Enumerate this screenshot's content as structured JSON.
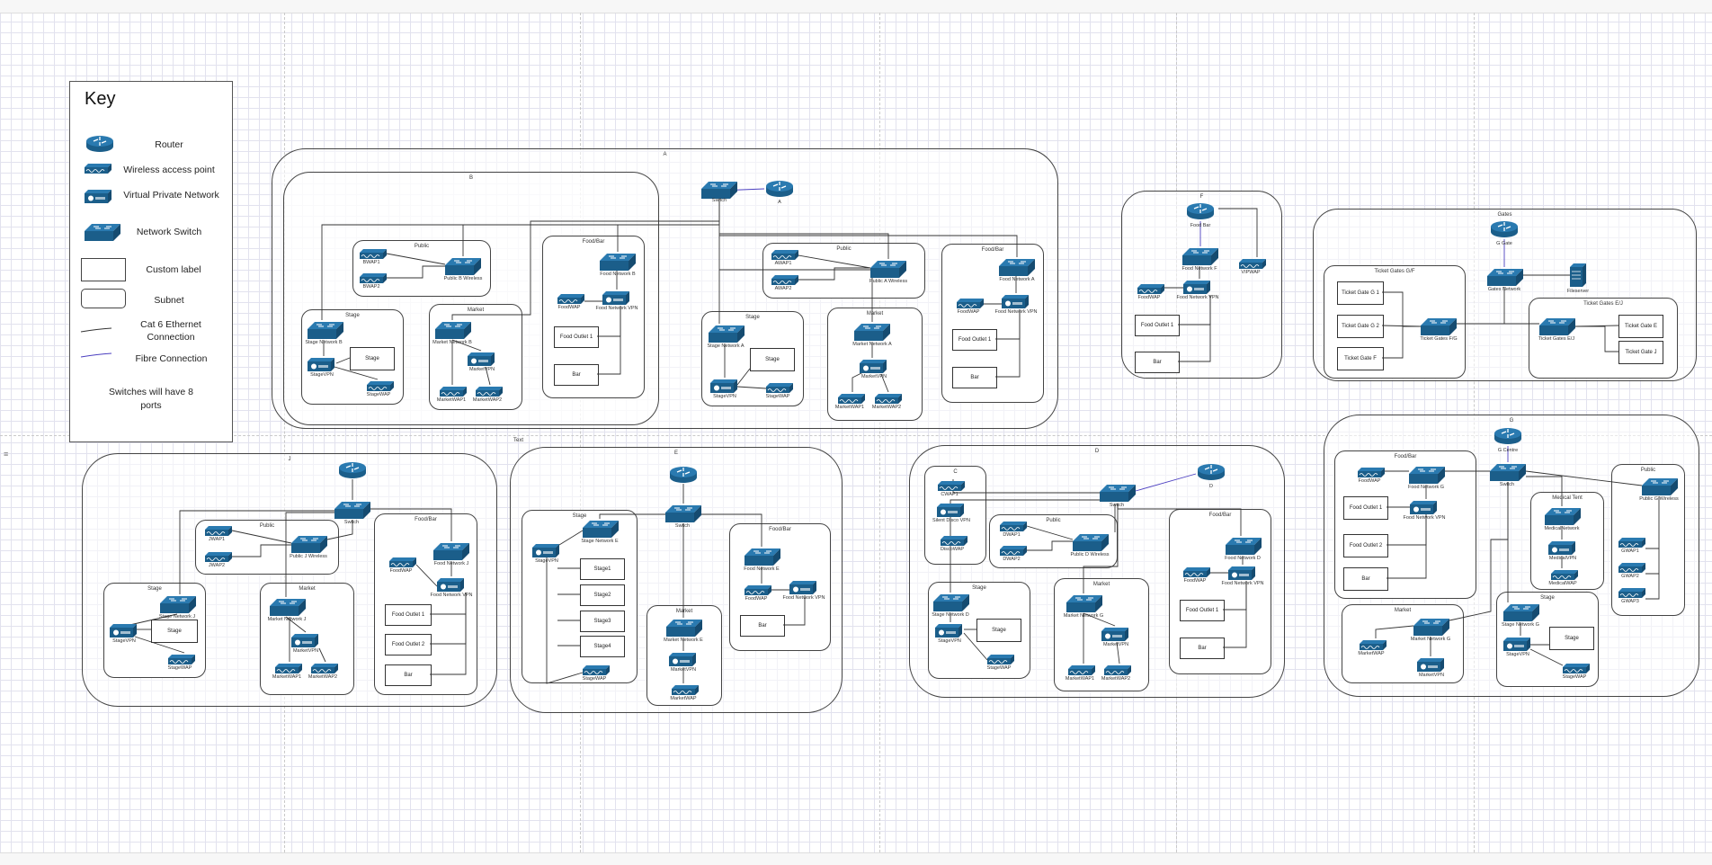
{
  "key": {
    "title": "Key",
    "router": "Router",
    "wap": "Wireless access point",
    "vpn": "Virtual Private Network",
    "switch": "Network Switch",
    "custom_label": "Custom label",
    "subnet": "Subnet",
    "cat6_line1": "Cat 6 Ethernet",
    "cat6_line2": "Connection",
    "fibre": "Fibre Connection",
    "note_line1": "Switches will have 8",
    "note_line2": "ports"
  },
  "colors": {
    "device": "#1b5e8a",
    "ethernet": "#333333",
    "fibre": "#4b3fc0"
  },
  "text_box": "Text",
  "regions": {
    "a": {
      "title": "A",
      "router": "A",
      "switch": "Switch"
    },
    "b": {
      "title": "B"
    },
    "f": {
      "title": "F",
      "router": "Food Bar",
      "switch": "Food Network F",
      "wap": "FoodWAP",
      "vpn": "Food Network VPN",
      "vip": "VIPWAP",
      "outlet": "Food Outlet 1",
      "bar": "Bar"
    },
    "gates": {
      "title": "Gates",
      "router": "G Gate",
      "switch": "Gates Network",
      "server": "Fileserver",
      "gh_title": "Ticket Gates G/F",
      "gh_switch": "Ticket Gates F/G",
      "gh_labels": [
        "Ticket Gate G 1",
        "Ticket Gate G 2",
        "Ticket Gate F"
      ],
      "ej_title": "Ticket Gates E/J",
      "ej_switch": "Ticket Gates E/J",
      "ej_labels": [
        "Ticket Gate E",
        "Ticket Gate J"
      ]
    },
    "j": {
      "title": "J",
      "switch": "Switch"
    },
    "e": {
      "title": "E",
      "switch": "Switch"
    },
    "d": {
      "title": "D",
      "router": "D",
      "switch": "Switch",
      "c_title": "C"
    },
    "g": {
      "title": "G",
      "router": "G Centre",
      "switch": "Switch"
    }
  },
  "subnets": {
    "a_public": {
      "title": "Public",
      "wap1": "AWAP1",
      "wap2": "AWAP2",
      "switch": "Public A Wireless"
    },
    "a_food": {
      "title": "Food/Bar",
      "switch": "Food Network A",
      "wap": "FoodWAP",
      "vpn": "Food Network VPN",
      "outlet": "Food Outlet 1",
      "bar": "Bar"
    },
    "a_stage": {
      "title": "Stage",
      "switch": "Stage Network A",
      "vpn": "StageVPN",
      "wap": "StageWAP",
      "label": "Stage"
    },
    "a_market": {
      "title": "Market",
      "switch": "Market Network A",
      "vpn": "MarketVPN",
      "wap1": "MarketWAP1",
      "wap2": "MarketWAP2"
    },
    "b_public": {
      "title": "Public",
      "wap1": "BWAP1",
      "wap2": "BWAP2",
      "switch": "Public B Wireless"
    },
    "b_food": {
      "title": "Food/Bar",
      "switch": "Food Network B",
      "wap": "FoodWAP",
      "vpn": "Food Network VPN",
      "outlet": "Food Outlet 1",
      "bar": "Bar"
    },
    "b_stage": {
      "title": "Stage",
      "switch": "Stage Network B",
      "vpn": "StageVPN",
      "wap": "StageWAP",
      "label": "Stage"
    },
    "b_market": {
      "title": "Market",
      "switch": "Market Network B",
      "vpn": "MarketVPN",
      "wap1": "MarketWAP1",
      "wap2": "MarketWAP2"
    },
    "j_public": {
      "title": "Public",
      "wap1": "JWAP1",
      "wap2": "JWAP2",
      "switch": "Public J Wireless"
    },
    "j_stage": {
      "title": "Stage",
      "switch": "Stage Network J",
      "vpn": "StageVPN",
      "wap": "StageWAP",
      "label": "Stage"
    },
    "j_market": {
      "title": "Market",
      "switch": "Market Network J",
      "vpn": "MarketVPN",
      "wap1": "MarketWAP1",
      "wap2": "MarketWAP2"
    },
    "j_food": {
      "title": "Food/Bar",
      "switch": "Food Network J",
      "wap": "FoodWAP",
      "vpn": "Food Network VPN",
      "outlet1": "Food Outlet 1",
      "outlet2": "Food Outlet 2",
      "bar": "Bar"
    },
    "e_stage": {
      "title": "Stage",
      "switch": "Stage Network E",
      "vpn": "StageVPN",
      "wap": "StageWAP",
      "labels": [
        "Stage1",
        "Stage2",
        "Stage3",
        "Stage4"
      ]
    },
    "e_market": {
      "title": "Market",
      "switch": "Market Network E",
      "vpn": "MarketVPN",
      "wap": "MarketWAP"
    },
    "e_food": {
      "title": "Food/Bar",
      "switch": "Food Network E",
      "wap": "FoodWAP",
      "vpn": "Food Network VPN",
      "bar": "Bar"
    },
    "c": {
      "wap": "CWAP1",
      "vpn": "Silent Disco VPN",
      "wap2": "DiscoWAP"
    },
    "d_public": {
      "title": "Public",
      "wap1": "DWAP1",
      "wap2": "DWAP2",
      "switch": "Public D Wireless"
    },
    "d_stage": {
      "title": "Stage",
      "switch": "Stage Network D",
      "vpn": "StageVPN",
      "wap": "StageWAP",
      "label": "Stage"
    },
    "d_market": {
      "title": "Market",
      "switch": "Market Network G",
      "vpn": "MarketVPN",
      "wap1": "MarketWAP1",
      "wap2": "MarketWAP2"
    },
    "d_food": {
      "title": "Food/Bar",
      "switch": "Food Network D",
      "wap": "FoodWAP",
      "vpn": "Food Network VPN",
      "outlet": "Food Outlet 1",
      "bar": "Bar"
    },
    "g_food": {
      "title": "Food/Bar",
      "switch": "Food Network G",
      "wap": "FoodWAP",
      "vpn": "Food Network VPN",
      "outlet1": "Food Outlet 1",
      "outlet2": "Food Outlet 2",
      "bar": "Bar"
    },
    "g_medical": {
      "title": "Medical Tent",
      "switch": "MedicalNetwork",
      "vpn": "MedicalVPN",
      "wap": "MedicalWAP"
    },
    "g_public": {
      "title": "Public",
      "switch": "Public G Wireless",
      "wap1": "GWAP1",
      "wap2": "GWAP2",
      "wap3": "GWAP3"
    },
    "g_market": {
      "title": "Market",
      "switch": "Market Network G",
      "wap": "MarketWAP",
      "vpn": "MarketVPN"
    },
    "g_stage": {
      "title": "Stage",
      "switch": "Stage Network G",
      "vpn": "StageVPN",
      "wap": "StageWAP",
      "label": "Stage"
    }
  }
}
